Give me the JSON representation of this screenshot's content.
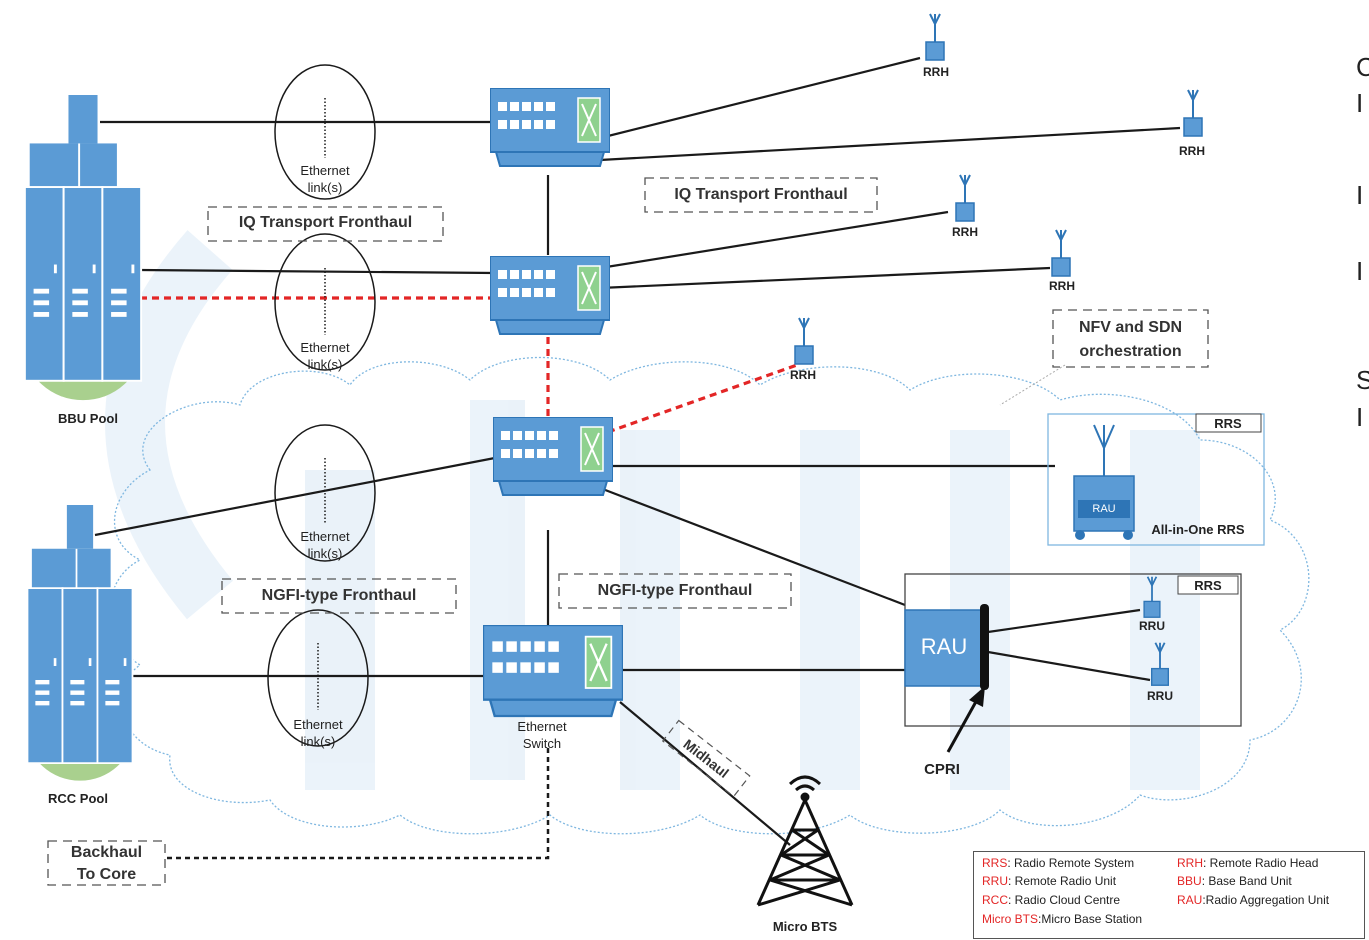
{
  "labels": {
    "rrh": "RRH",
    "rru": "RRU",
    "rrs": "RRS",
    "rau": "RAU",
    "rau_small": "RAU",
    "ethernet_link_1": "Ethernet",
    "ethernet_link_2": "link(s)",
    "bbu_pool": "BBU Pool",
    "rcc_pool": "RCC Pool",
    "iq_fronthaul": "IQ Transport Fronthaul",
    "ngfi_fronthaul": "NGFI-type Fronthaul",
    "nfv_sdn_1": "NFV and SDN",
    "nfv_sdn_2": "orchestration",
    "all_in_one": "All-in-One RRS",
    "cpri": "CPRI",
    "ethernet_switch_1": "Ethernet",
    "ethernet_switch_2": "Switch",
    "midhaul": "Midhaul",
    "backhaul_1": "Backhaul",
    "backhaul_2": "To Core",
    "micro_bts": "Micro BTS"
  },
  "edge_letters": [
    "C",
    "I",
    "I",
    "I",
    "S",
    "I"
  ],
  "legend": [
    {
      "key": "RRS",
      "text": ": Radio Remote System"
    },
    {
      "key": "RRH",
      "text": ": Remote Radio Head"
    },
    {
      "key": "RRU",
      "text": ": Remote Radio Unit"
    },
    {
      "key": "BBU",
      "text": ": Base Band Unit"
    },
    {
      "key": "RCC",
      "text": ": Radio Cloud Centre"
    },
    {
      "key": "RAU",
      "text": ":Radio Aggregation Unit"
    },
    {
      "key": "Micro BTS",
      "text": ":Micro Base Station"
    }
  ],
  "colors": {
    "device_blue": "#5b9bd5",
    "device_dark": "#2e75b6",
    "pool_green": "#a9d08e",
    "red_dash": "#e32626",
    "cloud_edge": "#7fb7e0"
  }
}
